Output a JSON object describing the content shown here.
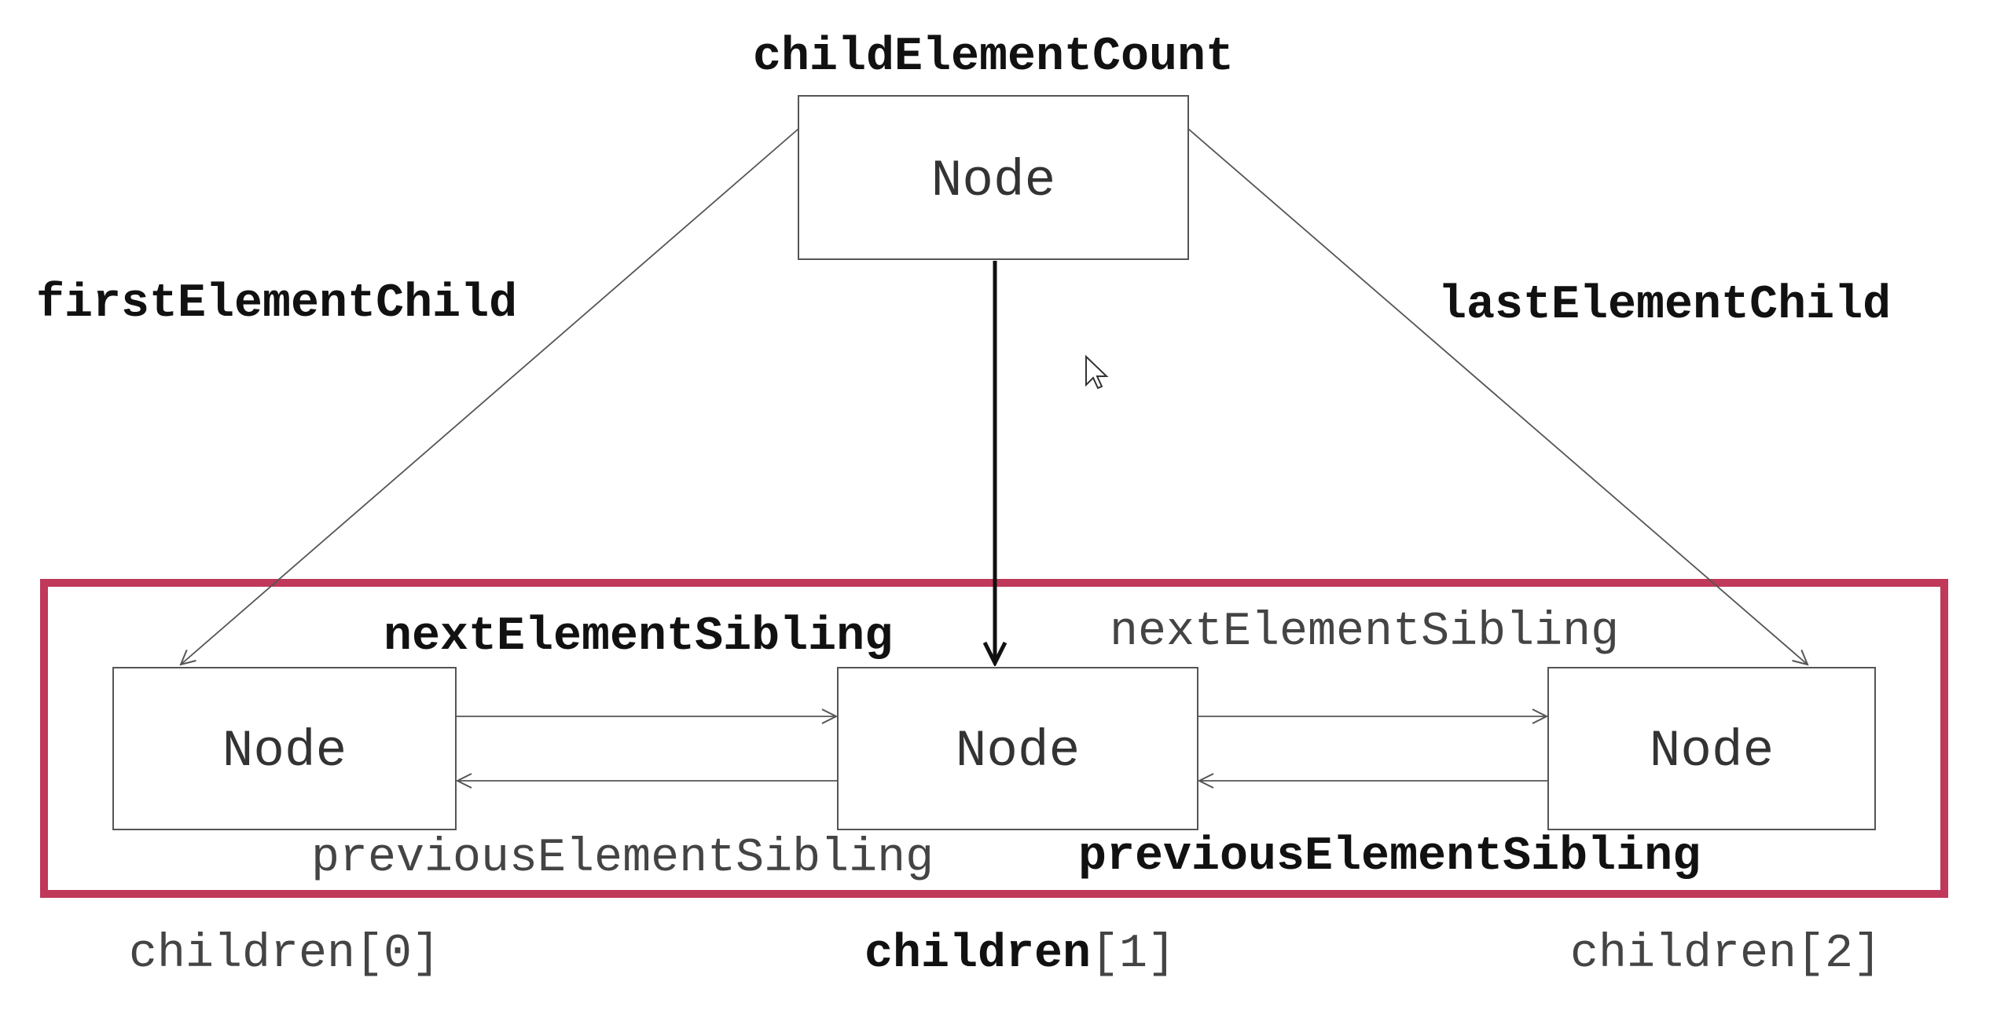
{
  "parent": {
    "label": "Node",
    "count_label": "childElementCount"
  },
  "edges": {
    "first_child": "firstElementChild",
    "last_child": "lastElementChild",
    "next_sibling_left": "nextElementSibling",
    "next_sibling_right": "nextElementSibling",
    "prev_sibling_left": "previousElementSibling",
    "prev_sibling_right": "previousElementSibling"
  },
  "children": [
    {
      "label": "Node",
      "index_name": "children",
      "index": "[0]"
    },
    {
      "label": "Node",
      "index_name": "children",
      "index": "[1]"
    },
    {
      "label": "Node",
      "index_name": "children",
      "index": "[2]"
    }
  ],
  "colors": {
    "group_border": "#c0395a",
    "line": "#555555",
    "main_arrow": "#111111"
  }
}
